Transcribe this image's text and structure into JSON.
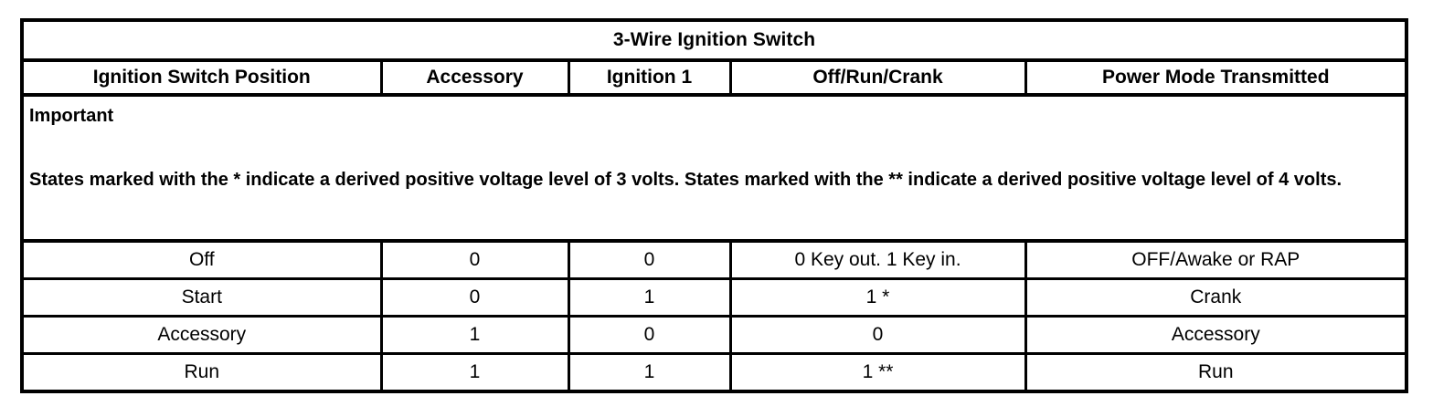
{
  "table": {
    "title": "3-Wire Ignition Switch",
    "columns": [
      "Ignition Switch Position",
      "Accessory",
      "Ignition 1",
      "Off/Run/Crank",
      "Power Mode Transmitted"
    ],
    "note": {
      "heading": "Important",
      "text": "States marked with the * indicate a derived positive voltage level of 3 volts. States marked with the ** indicate a derived positive voltage level of 4 volts."
    },
    "rows": [
      {
        "position": "Off",
        "accessory": "0",
        "ignition_1": "0",
        "off_run_crank": "0 Key out. 1 Key in.",
        "power_mode_transmitted": "OFF/Awake or RAP"
      },
      {
        "position": "Start",
        "accessory": "0",
        "ignition_1": "1",
        "off_run_crank": "1 *",
        "power_mode_transmitted": "Crank"
      },
      {
        "position": "Accessory",
        "accessory": "1",
        "ignition_1": "0",
        "off_run_crank": "0",
        "power_mode_transmitted": "Accessory"
      },
      {
        "position": "Run",
        "accessory": "1",
        "ignition_1": "1",
        "off_run_crank": "1 **",
        "power_mode_transmitted": "Run"
      }
    ]
  },
  "colors": {
    "border": "#000000",
    "background": "#ffffff",
    "text": "#000000"
  }
}
